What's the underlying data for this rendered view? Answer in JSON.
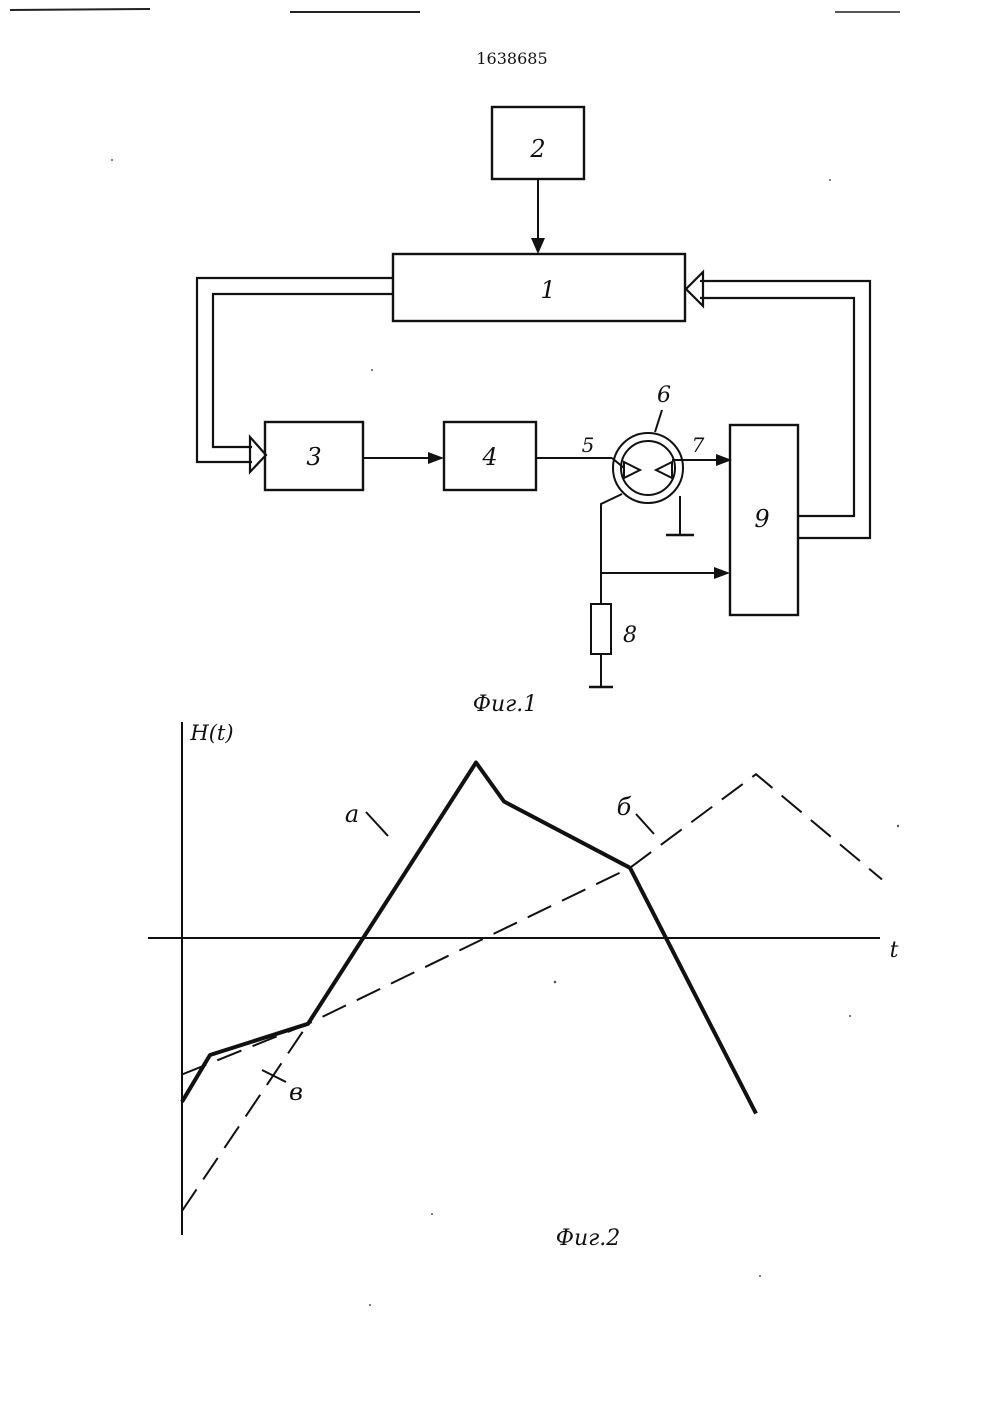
{
  "patent_number": "1638685",
  "fig1": {
    "caption": "Фиг.1",
    "blocks": [
      "1",
      "2",
      "3",
      "4",
      "9"
    ],
    "sensor_label": "6",
    "line_label_5": "5",
    "line_label_7": "7",
    "resistor_label": "8"
  },
  "fig2": {
    "caption": "Фиг.2",
    "y_label": "H(t)",
    "x_label": "t",
    "curve_a": "а",
    "curve_b": "б",
    "curve_v": "в"
  },
  "chart_data": {
    "type": "line",
    "title": "",
    "xlabel": "t",
    "ylabel": "H(t)",
    "series": [
      {
        "name": "а",
        "style": "solid-thick",
        "x": [
          0,
          0.04,
          0.18,
          0.42,
          0.46,
          0.64,
          0.82
        ],
        "y": [
          -0.42,
          -0.3,
          -0.22,
          0.45,
          0.35,
          0.18,
          -0.45
        ]
      },
      {
        "name": "б",
        "style": "dashed",
        "x": [
          0,
          0.18,
          0.64,
          0.82,
          1.0
        ],
        "y": [
          -0.35,
          -0.22,
          0.18,
          0.42,
          0.15
        ]
      },
      {
        "name": "в",
        "style": "dashed",
        "x": [
          0,
          0.18
        ],
        "y": [
          -0.7,
          -0.22
        ]
      }
    ]
  }
}
